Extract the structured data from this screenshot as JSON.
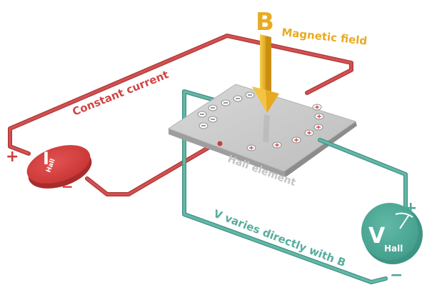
{
  "labels": {
    "b_symbol": "B",
    "magnetic_field": "Magnetic field",
    "constant_current": "Constant current",
    "hall_element": "Hall element",
    "v_varies": "V varies directly with B",
    "i_symbol": "I",
    "hall_sub": "Hall",
    "v_symbol": "V",
    "hall_sub_v": "Hall"
  },
  "signs": {
    "plus": "+",
    "minus": "−"
  },
  "colors": {
    "red_wire": "#d04a4a",
    "red_source": "#d83c3c",
    "teal_wire": "#5fb3a4",
    "teal_meter": "#4aa896",
    "gold_arrow": "#eeb62a",
    "plate": "#c8c8c8",
    "label_gray": "#c9c9c9"
  },
  "icons": {
    "arrow": "down-arrow-icon",
    "plus_charge": "positive-charge-icon",
    "minus_charge": "negative-charge-icon",
    "meter_needle": "meter-needle-icon"
  }
}
